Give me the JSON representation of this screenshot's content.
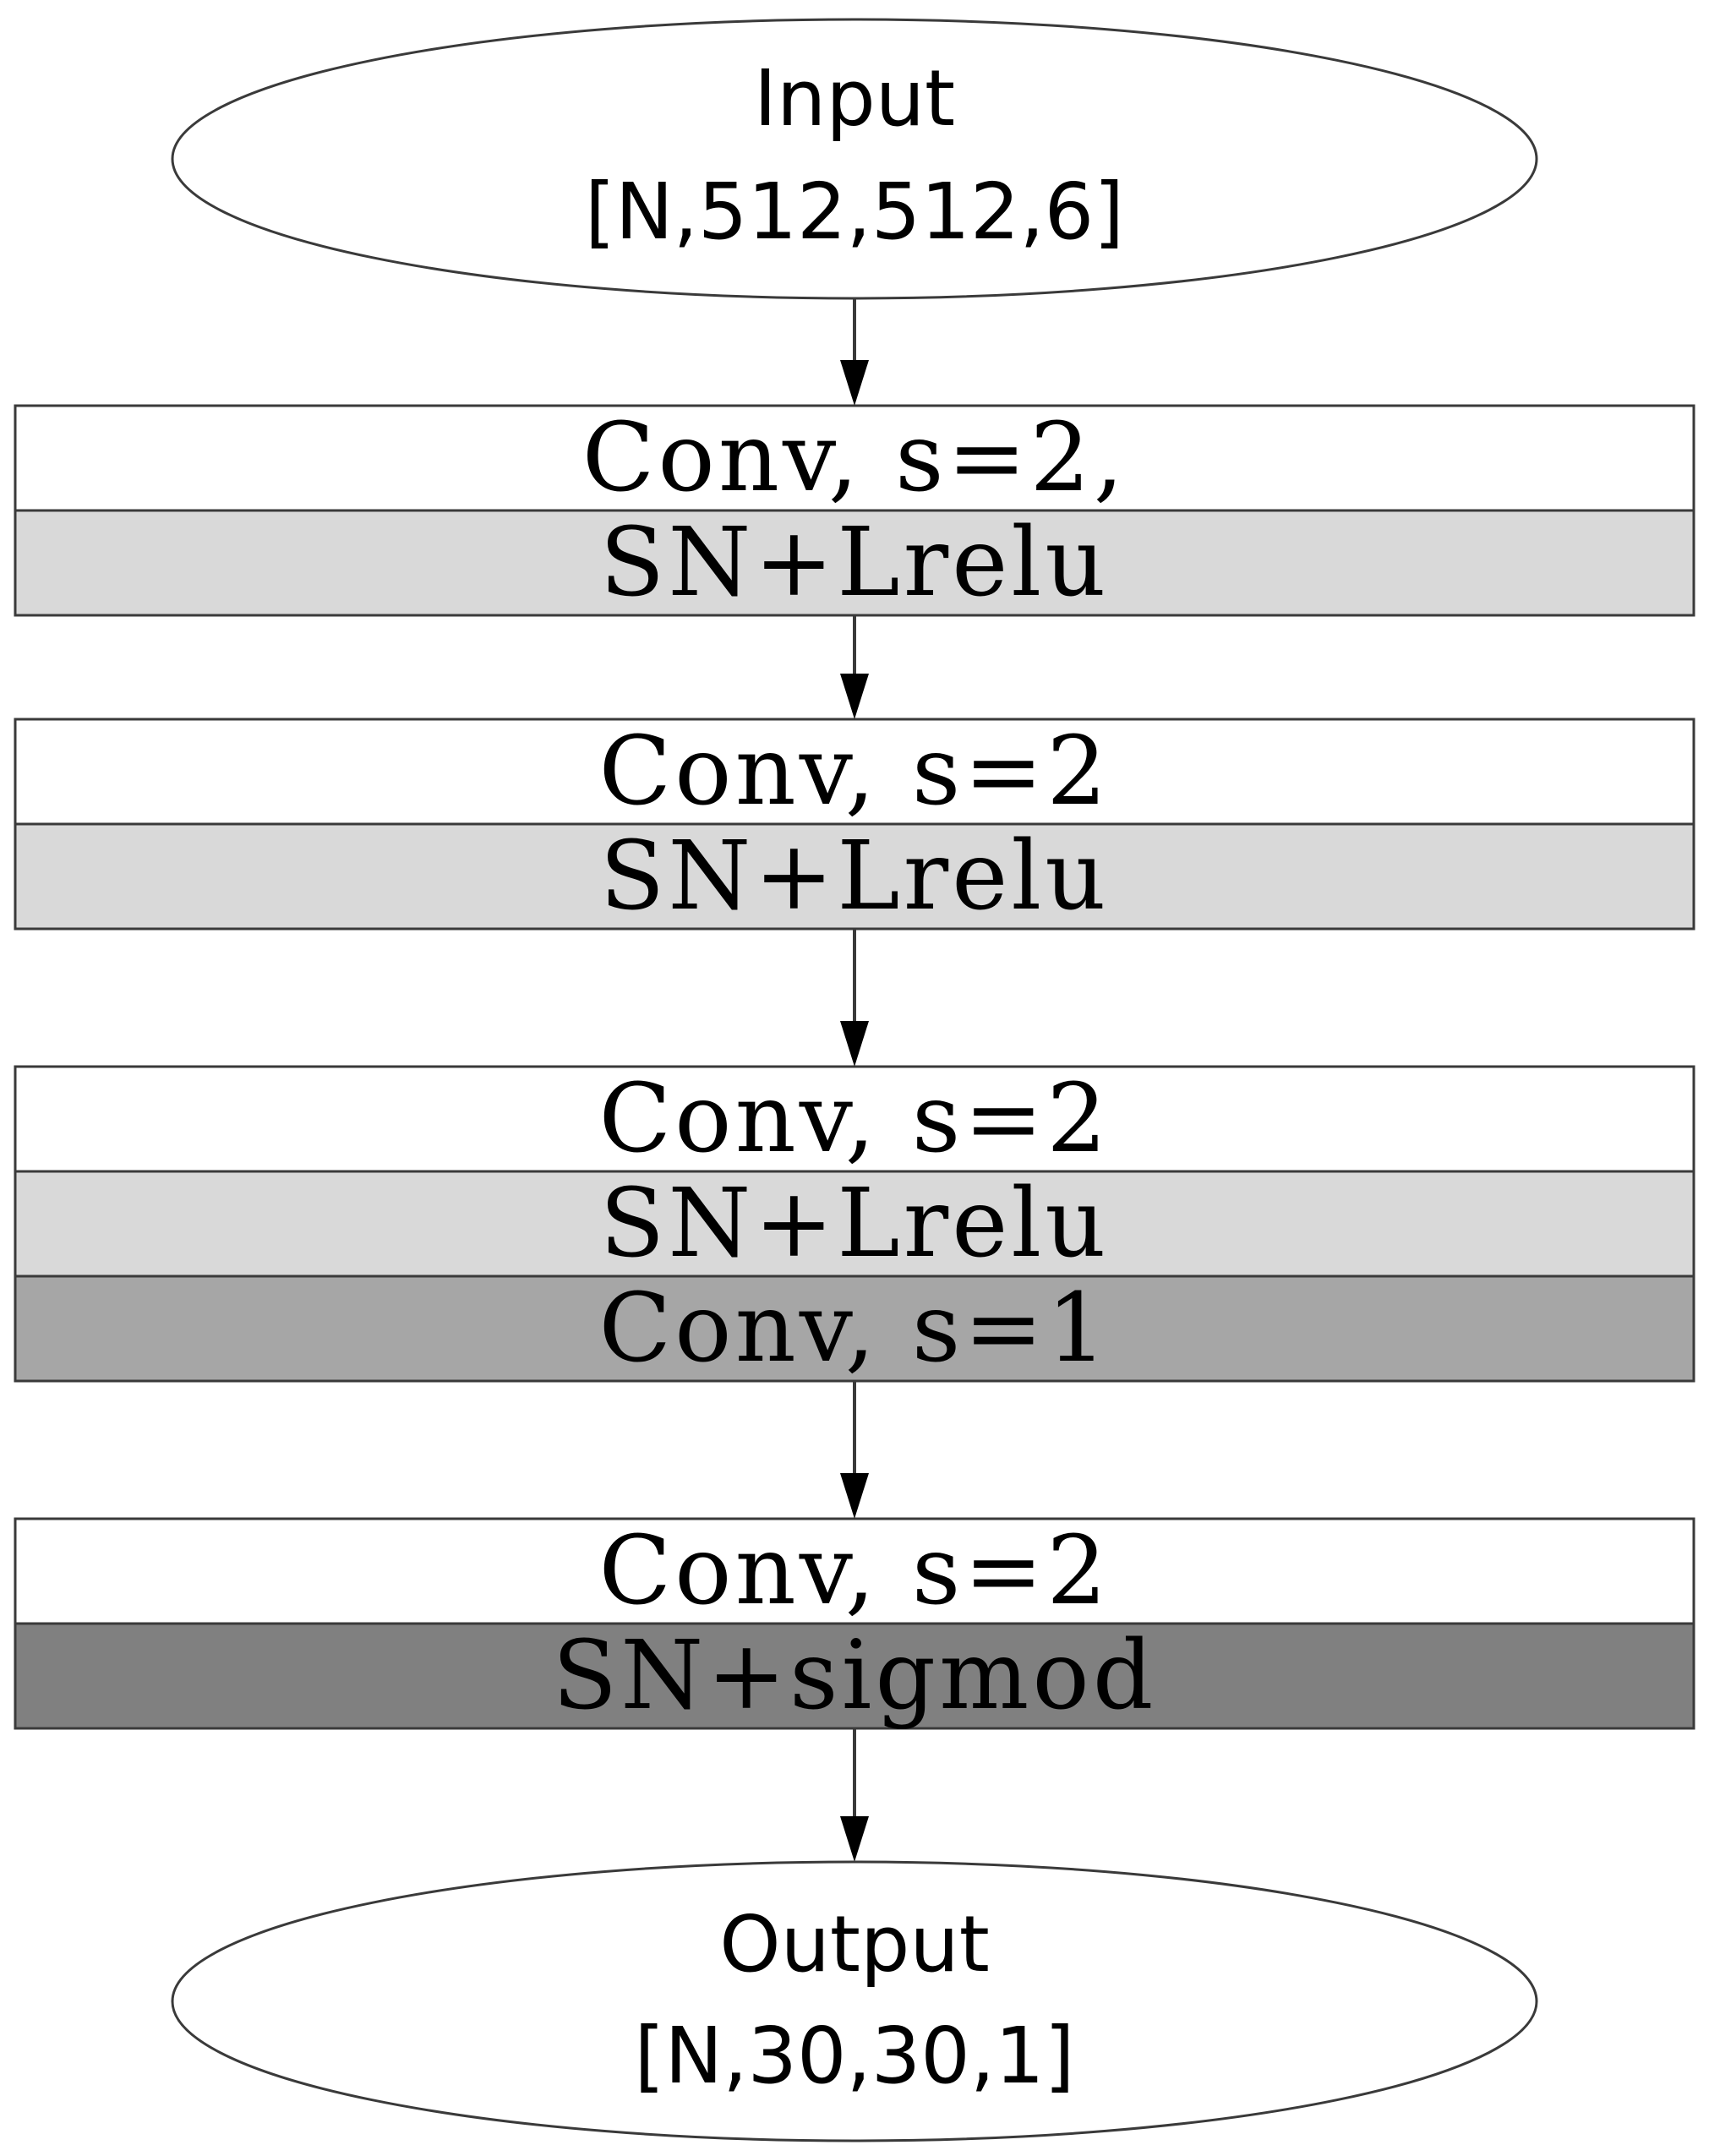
{
  "colors": {
    "white": "#ffffff",
    "light": "#d9d9d9",
    "medium": "#a6a6a6",
    "dark": "#808080",
    "stroke": "#3a3a3a"
  },
  "input": {
    "title": "Input",
    "shape": "[N,512,512,6]"
  },
  "blocks": [
    {
      "rows": [
        {
          "label": "Conv, s=2,",
          "shade": "white"
        },
        {
          "label": "SN+Lrelu",
          "shade": "light"
        }
      ]
    },
    {
      "rows": [
        {
          "label": "Conv, s=2",
          "shade": "white"
        },
        {
          "label": "SN+Lrelu",
          "shade": "light"
        }
      ]
    },
    {
      "rows": [
        {
          "label": "Conv, s=2",
          "shade": "white"
        },
        {
          "label": "SN+Lrelu",
          "shade": "light"
        },
        {
          "label": "Conv, s=1",
          "shade": "medium"
        }
      ]
    },
    {
      "rows": [
        {
          "label": "Conv, s=2",
          "shade": "white"
        },
        {
          "label": "SN+sigmod",
          "shade": "dark"
        }
      ]
    }
  ],
  "output": {
    "title": "Output",
    "shape": "[N,30,30,1]"
  }
}
